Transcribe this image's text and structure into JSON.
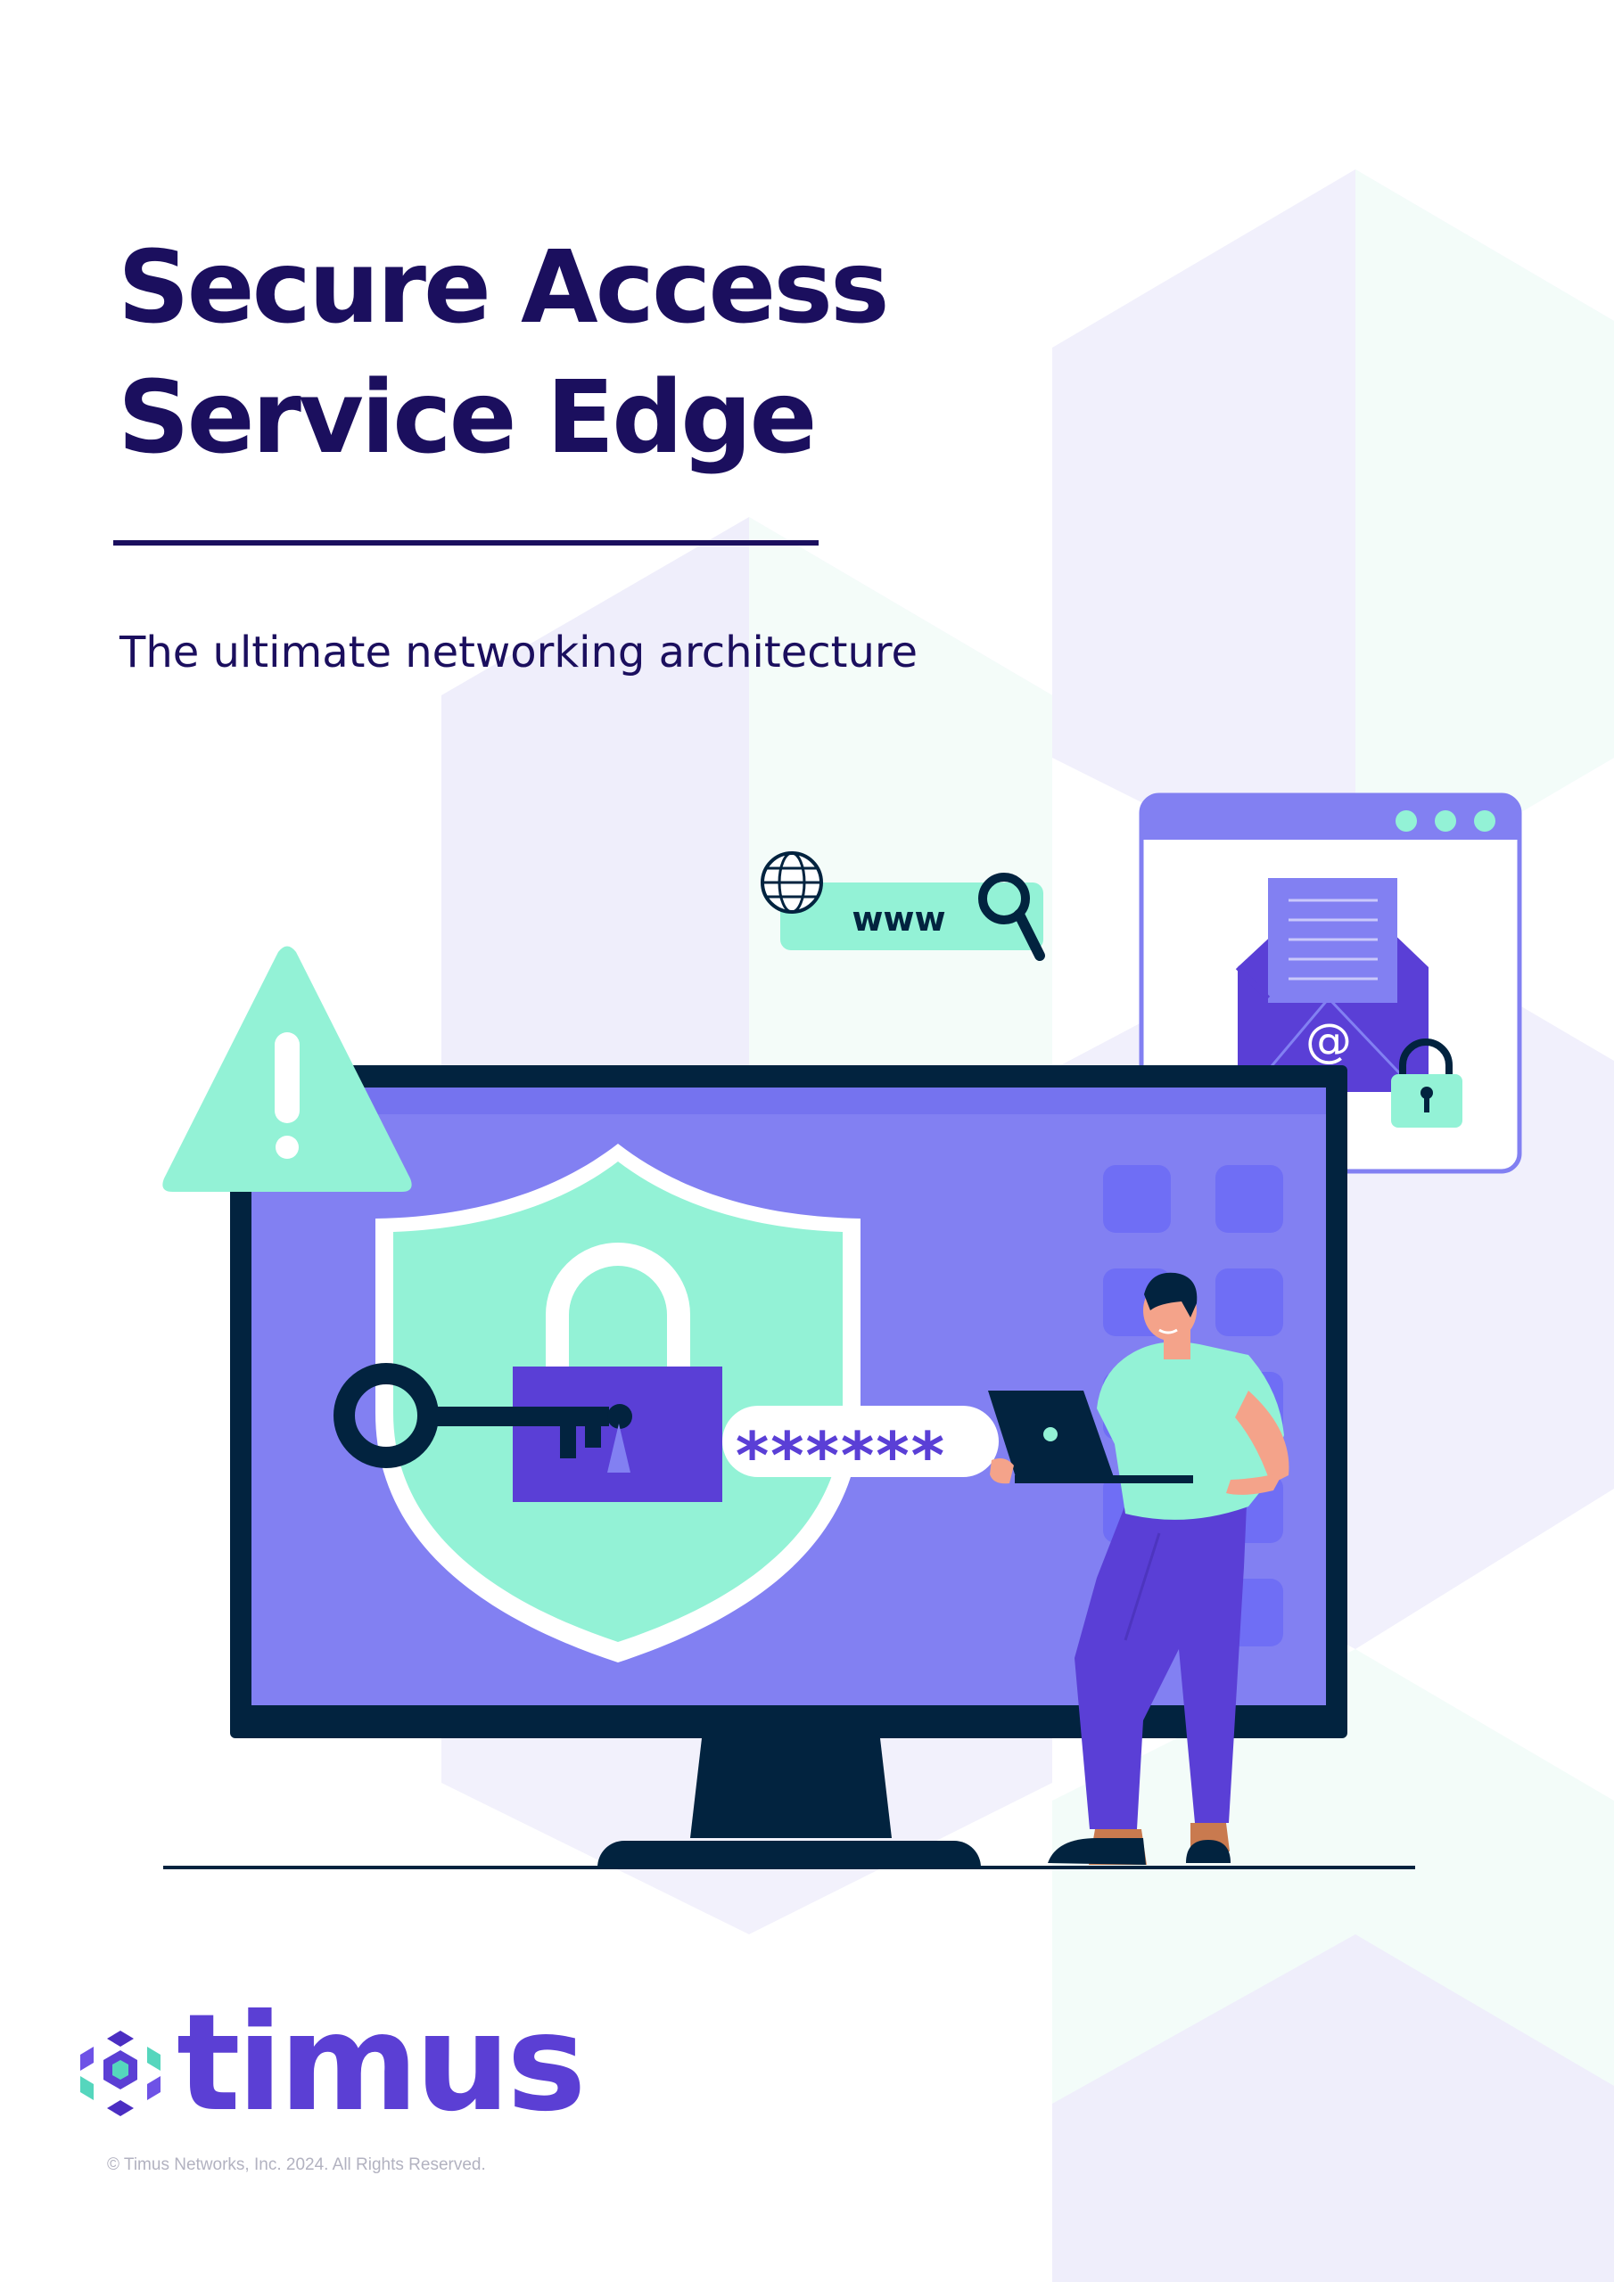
{
  "cover": {
    "title_line1": "Secure Access",
    "title_line2": "Service Edge",
    "subtitle": "The ultimate networking architecture"
  },
  "illustration": {
    "url_bar_text": "www",
    "password_text": "******",
    "email_symbol": "@",
    "warning_mark": "!"
  },
  "brand": {
    "name": "timus",
    "copyright": "© Timus Networks, Inc. 2024. All Rights Reserved."
  },
  "colors": {
    "navy": "#1b0f5e",
    "brand_purple": "#5b3fd4",
    "screen_purple": "#8280f2",
    "mint": "#93f2d6",
    "monitor_frame": "#02233f",
    "hex_lavender": "#ecebfb"
  }
}
